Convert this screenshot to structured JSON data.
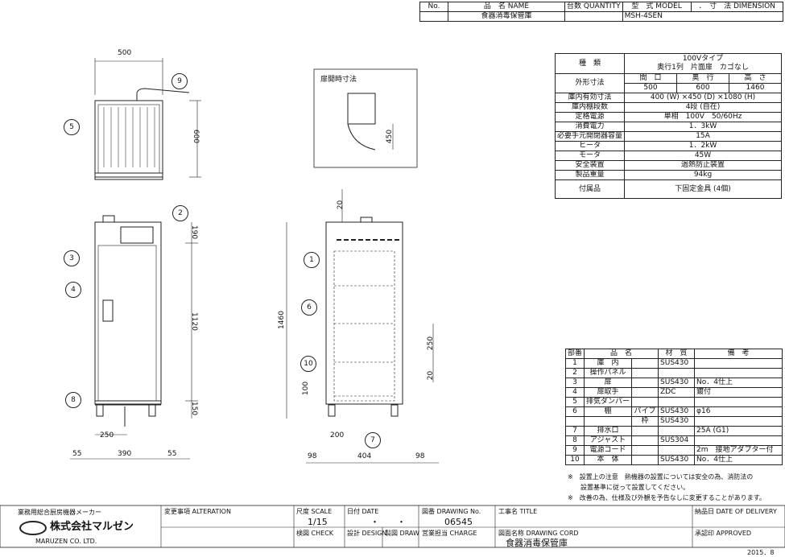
{
  "header": {
    "no_label": "No.",
    "name_label": "品　名 NAME",
    "qty_label": "台数 QUANTITY",
    "model_label": "型　式 MODEL",
    "dim_label": "．　寸　法 DIMENSION",
    "product_name": "食器消毒保管庫",
    "model": "MSH-4SEN"
  },
  "spec": {
    "rows": [
      {
        "label": "種　類",
        "value": "100Vタイプ\n奥行1列　片面扉　カゴなし"
      },
      {
        "label": "外形寸法",
        "sub_headers": [
          "間　口",
          "奥　行",
          "高　さ"
        ],
        "sub_values": [
          "500",
          "600",
          "1460"
        ]
      },
      {
        "label": "庫内有効寸法",
        "value": "400 (W) ×450 (D) ×1080 (H)"
      },
      {
        "label": "庫内棚段数",
        "value": "4段 (自在)"
      },
      {
        "label": "定格電源",
        "value": "単相　100V　50/60Hz"
      },
      {
        "label": "消費電力",
        "value": "1．3kW"
      },
      {
        "label": "必要手元開閉器容量",
        "value": "15A"
      },
      {
        "label": "ヒータ",
        "value": "1．2kW"
      },
      {
        "label": "モータ",
        "value": "45W"
      },
      {
        "label": "安全装置",
        "value": "過熱防止装置"
      },
      {
        "label": "製品重量",
        "value": "94kg"
      },
      {
        "label": "付属品",
        "value": "下固定金具 (4個)"
      }
    ]
  },
  "parts": {
    "headers": [
      "部番",
      "品　名",
      "材　質",
      "備　考"
    ],
    "rows": [
      {
        "no": "1",
        "name": "庫　内",
        "sub": "",
        "mat": "SUS430",
        "note": ""
      },
      {
        "no": "2",
        "name": "操作パネル",
        "sub": "",
        "mat": "",
        "note": ""
      },
      {
        "no": "3",
        "name": "扉",
        "sub": "",
        "mat": "SUS430",
        "note": "No．4仕上"
      },
      {
        "no": "4",
        "name": "扉取手",
        "sub": "",
        "mat": "ZDC",
        "note": "鍍付"
      },
      {
        "no": "5",
        "name": "排気ダンパー",
        "sub": "",
        "mat": "",
        "note": ""
      },
      {
        "no": "6",
        "name": "棚",
        "sub": "パイプ",
        "mat": "SUS430",
        "note": "φ16"
      },
      {
        "no": "",
        "name": "",
        "sub": "枠",
        "mat": "SUS430",
        "note": ""
      },
      {
        "no": "7",
        "name": "排水口",
        "sub": "",
        "mat": "",
        "note": "25A (G1)"
      },
      {
        "no": "8",
        "name": "アジャスト",
        "sub": "",
        "mat": "SUS304",
        "note": ""
      },
      {
        "no": "9",
        "name": "電源コード",
        "sub": "",
        "mat": "",
        "note": "2m　接地アダプター付"
      },
      {
        "no": "10",
        "name": "本　体",
        "sub": "",
        "mat": "SUS430",
        "note": "No．4仕上"
      }
    ],
    "notes": [
      "※　設置上の注意　熱機器の設置については安全の為、消防法の",
      "　　設置基準に従って設置してください。",
      "※　改善の為、仕様及び外観を予告なしに変更することがあります。"
    ]
  },
  "door_box": {
    "title": "扉開時寸法",
    "dim": "450"
  },
  "dims": {
    "top_width": "500",
    "top_depth": "600",
    "front_h1": "190",
    "front_h2": "1120",
    "front_h3": "150",
    "front_w1": "55",
    "front_w2": "390",
    "front_w3": "55",
    "front_drain": "250",
    "side_total": "1460",
    "side_top": "20",
    "side_250": "250",
    "side_20": "20",
    "side_100": "100",
    "side_w1": "98",
    "side_w2": "404",
    "side_w3": "98",
    "side_200": "200"
  },
  "callouts": [
    "1",
    "2",
    "3",
    "4",
    "5",
    "6",
    "7",
    "8",
    "9",
    "10"
  ],
  "title_block": {
    "maker_caption": "業務用総合厨房機器メーカー",
    "company": "株式会社マルゼン",
    "company_en": "MARUZEN CO. LTD.",
    "alteration": "変更事項 ALTERATION",
    "scale_label": "尺度 SCALE",
    "scale": "1/15",
    "date_label": "日付 DATE",
    "date": "・　　・",
    "drawing_no_label": "図番 DRAWING No.",
    "drawing_no": "06545",
    "work_name_label": "工事名 TITLE",
    "delivery_label": "納品日 DATE OF DELIVERY",
    "check_label": "検図 CHECK",
    "design_label": "設計 DESIGN",
    "draw_label": "製図 DRAW",
    "charge_label": "営業担当 CHARGE",
    "drawing_name_label": "図面名称 DRAWING CORD",
    "drawing_name": "食器消毒保管庫",
    "approved_label": "承認印 APPROVED",
    "year": "2015．8"
  }
}
